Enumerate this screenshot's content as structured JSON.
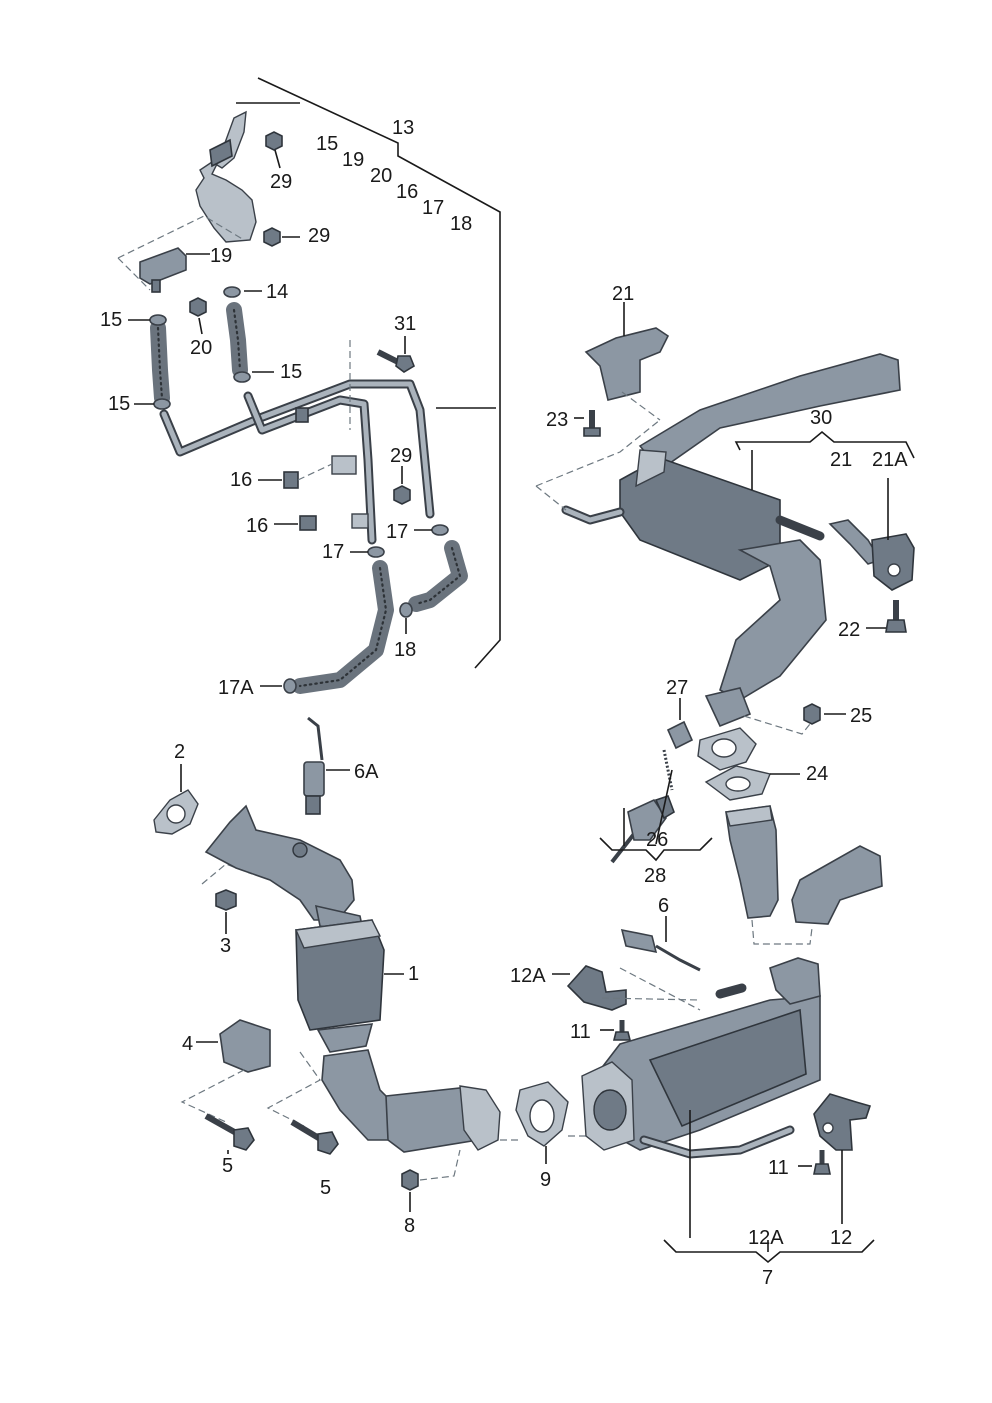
{
  "labels": {
    "l13": "13",
    "l15a": "15",
    "l19a": "19",
    "l20a": "20",
    "l16a": "16",
    "l17a": "17",
    "l18a": "18",
    "l29a": "29",
    "l29b": "29",
    "l19": "19",
    "l14": "14",
    "l15b": "15",
    "l20": "20",
    "l15c": "15",
    "l31": "31",
    "l15d": "15",
    "l16b": "16",
    "l29c": "29",
    "l16c": "16",
    "l17b": "17",
    "l17c": "17",
    "l18": "18",
    "l17A": "17A",
    "l6A": "6A",
    "l2": "2",
    "l3": "3",
    "l1": "1",
    "l4": "4",
    "l5a": "5",
    "l5b": "5",
    "l8": "8",
    "l9": "9",
    "l21": "21",
    "l23": "23",
    "l30": "30",
    "l21b": "21",
    "l21A": "21A",
    "l22": "22",
    "l27": "27",
    "l25": "25",
    "l24": "24",
    "l26": "26",
    "l28": "28",
    "l6": "6",
    "l12A": "12A",
    "l11a": "11",
    "l11b": "11",
    "l12Ab": "12A",
    "l12": "12",
    "l7": "7"
  },
  "colors": {
    "metal": "#8c97a3",
    "metal_dark": "#6f7a86",
    "metal_light": "#b9c1c9",
    "outline": "#3a4048",
    "leader": "#1a1a1a",
    "background": "#ffffff"
  }
}
